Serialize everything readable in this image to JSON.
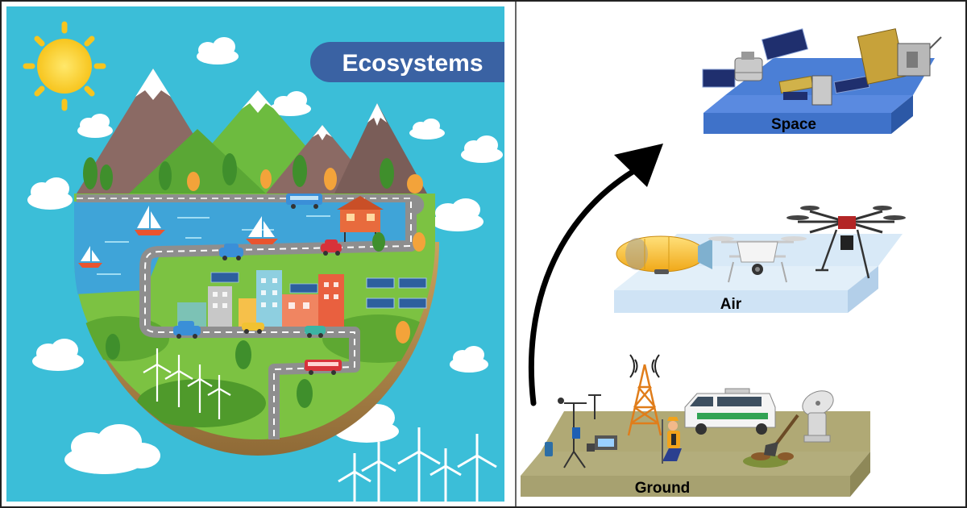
{
  "left_panel": {
    "title": "Ecosystems",
    "title_color": "#3a62a3",
    "sky_color": "#3bbed8"
  },
  "platforms": {
    "space": {
      "label": "Space",
      "color": "#3f72c9"
    },
    "air": {
      "label": "Air",
      "color": "#cfe3f5"
    },
    "ground": {
      "label": "Ground",
      "color": "#a7a170"
    }
  },
  "arrow": {
    "color": "#000000",
    "direction": "ground-to-space"
  }
}
